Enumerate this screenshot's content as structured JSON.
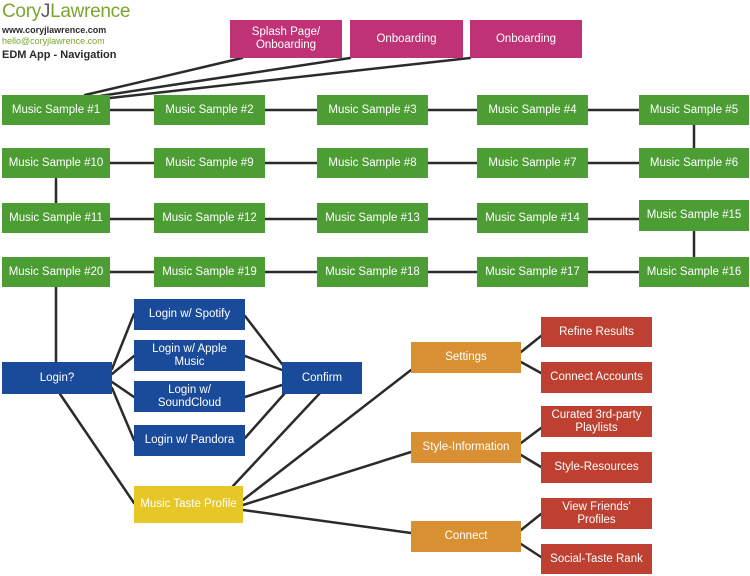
{
  "header": {
    "logo_first": "Cory",
    "logo_mid": "J",
    "logo_last": "Lawrence",
    "website": "www.coryjlawrence.com",
    "email": "hello@coryjlawrence.com",
    "title": "EDM App - Navigation"
  },
  "nodes": {
    "splash": "Splash Page/ Onboarding",
    "onboarding_1": "Onboarding",
    "onboarding_2": "Onboarding",
    "sample_1": "Music Sample #1",
    "sample_2": "Music Sample #2",
    "sample_3": "Music Sample #3",
    "sample_4": "Music Sample #4",
    "sample_5": "Music Sample #5",
    "sample_6": "Music Sample #6",
    "sample_7": "Music Sample #7",
    "sample_8": "Music Sample #8",
    "sample_9": "Music Sample #9",
    "sample_10": "Music Sample #10",
    "sample_11": "Music Sample #11",
    "sample_12": "Music Sample #12",
    "sample_13": "Music Sample #13",
    "sample_14": "Music Sample #14",
    "sample_15": "Music Sample #15",
    "sample_16": "Music Sample #16",
    "sample_17": "Music Sample #17",
    "sample_18": "Music Sample #18",
    "sample_19": "Music Sample #19",
    "sample_20": "Music Sample #20",
    "login": "Login?",
    "spotify": "Login w/ Spotify",
    "apple": "Login w/ Apple Music",
    "soundcloud": "Login w/ SoundCloud",
    "pandora": "Login w/ Pandora",
    "confirm": "Confirm",
    "profile": "Music Taste Profile",
    "settings": "Settings",
    "style_info": "Style-Information",
    "connect": "Connect",
    "refine": "Refine Results",
    "connect_accounts": "Connect Accounts",
    "curated": "Curated 3rd-party Playlists",
    "style_resources": "Style-Resources",
    "friends": "View Friends' Profiles",
    "social_rank": "Social-Taste Rank"
  },
  "colors": {
    "onboarding": "#bf3376",
    "samples": "#4c9e34",
    "login": "#1a4b9b",
    "profile": "#e6c726",
    "sections": "#d99032",
    "subsections": "#bd4031",
    "connector": "#2b2b2b"
  }
}
